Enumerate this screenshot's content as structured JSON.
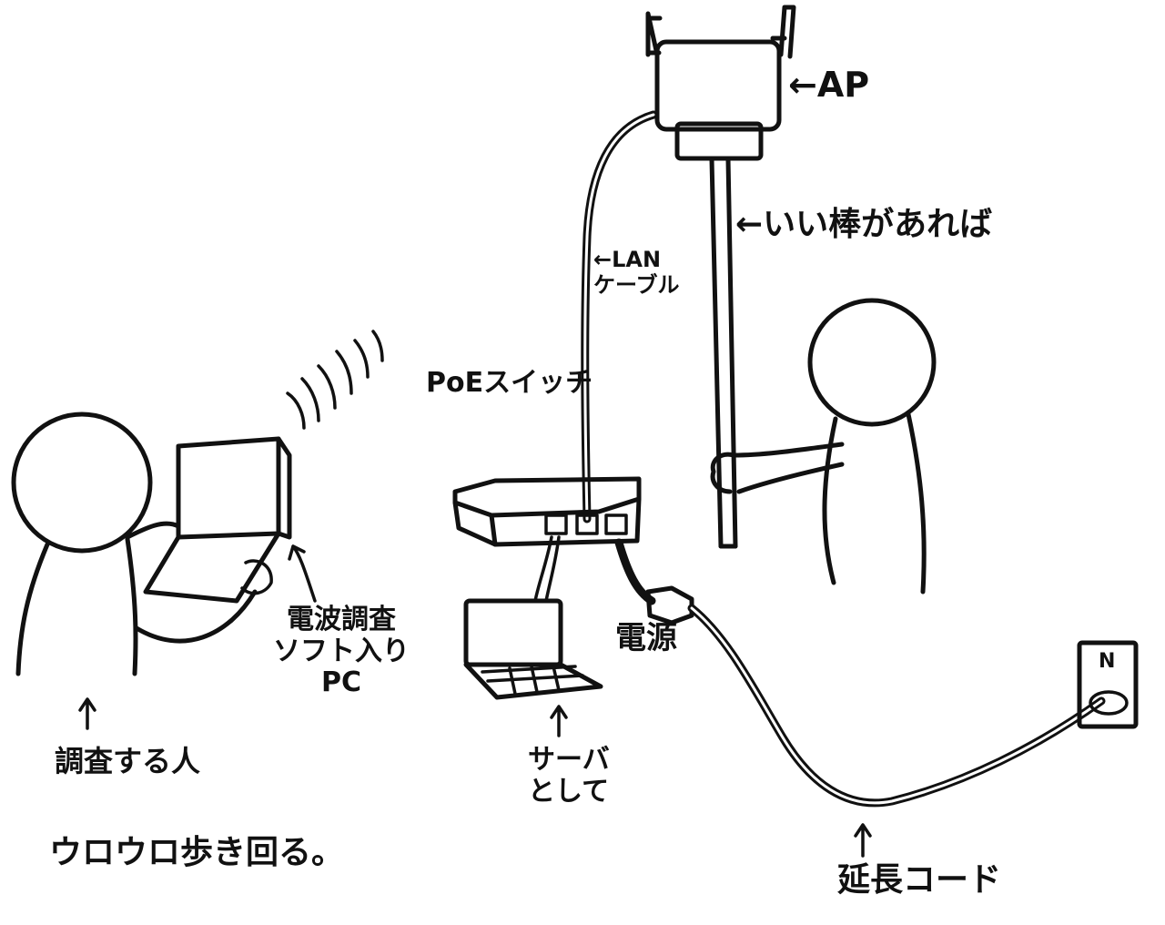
{
  "labels": {
    "ap": "AP",
    "pole": "いい棒があれば",
    "lan_line1": "LAN",
    "lan_line2": "ケーブル",
    "poe_switch": "PoEスイッチ",
    "survey_pc_line1": "電波調査",
    "survey_pc_line2": "ソフト入り",
    "survey_pc_line3": "PC",
    "surveyor": "調査する人",
    "walk_around": "ウロウロ歩き回る。",
    "server_line1": "サーバ",
    "server_line2": "として",
    "power": "電源",
    "extension_cord": "延長コード",
    "outlet_mark": "N"
  },
  "arrow_glyph": "←",
  "up_arrow_glyph": "↑"
}
